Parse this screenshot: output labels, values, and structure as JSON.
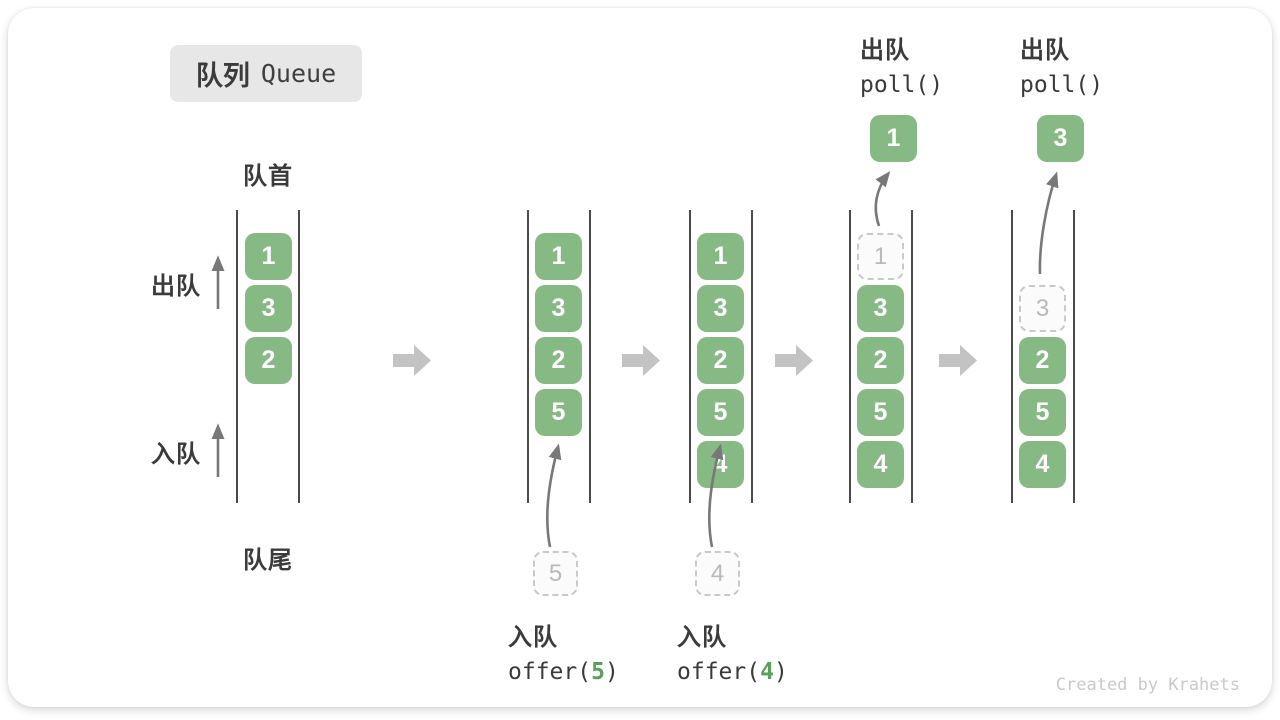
{
  "title": {
    "zh": "队列",
    "en": "Queue"
  },
  "side_labels": {
    "front": "队首",
    "rear": "队尾",
    "dequeue": "出队",
    "enqueue": "入队"
  },
  "states": [
    {
      "slots": [
        "1",
        "3",
        "2"
      ]
    },
    {
      "slots": [
        "1",
        "3",
        "2",
        "5"
      ],
      "staged": "5"
    },
    {
      "slots": [
        "1",
        "3",
        "2",
        "5",
        "4"
      ],
      "staged": "4"
    },
    {
      "ghost": "1",
      "slots": [
        "3",
        "2",
        "5",
        "4"
      ],
      "ejected": "1"
    },
    {
      "ghost": "3",
      "slots": [
        "2",
        "5",
        "4"
      ],
      "ejected": "3"
    }
  ],
  "ops": {
    "offer5": {
      "label": "入队",
      "fn_open": "offer(",
      "arg": "5",
      "fn_close": ")"
    },
    "offer4": {
      "label": "入队",
      "fn_open": "offer(",
      "arg": "4",
      "fn_close": ")"
    },
    "poll1": {
      "label": "出队",
      "fn": "poll()"
    },
    "poll2": {
      "label": "出队",
      "fn": "poll()"
    }
  },
  "watermark": "Created by Krahets",
  "colors": {
    "box_green": "#87b985",
    "accent_green": "#5aa05a",
    "block_arrow": "#c3c3c3",
    "channel_line": "#4a4a4a",
    "curve_arrow": "#808080",
    "text": "#3b3b3b",
    "ghost_border": "#c9c9c9",
    "ghost_text": "#b9b9b9",
    "badge_bg": "#e7e7e7",
    "watermark": "#c9c9c9"
  }
}
